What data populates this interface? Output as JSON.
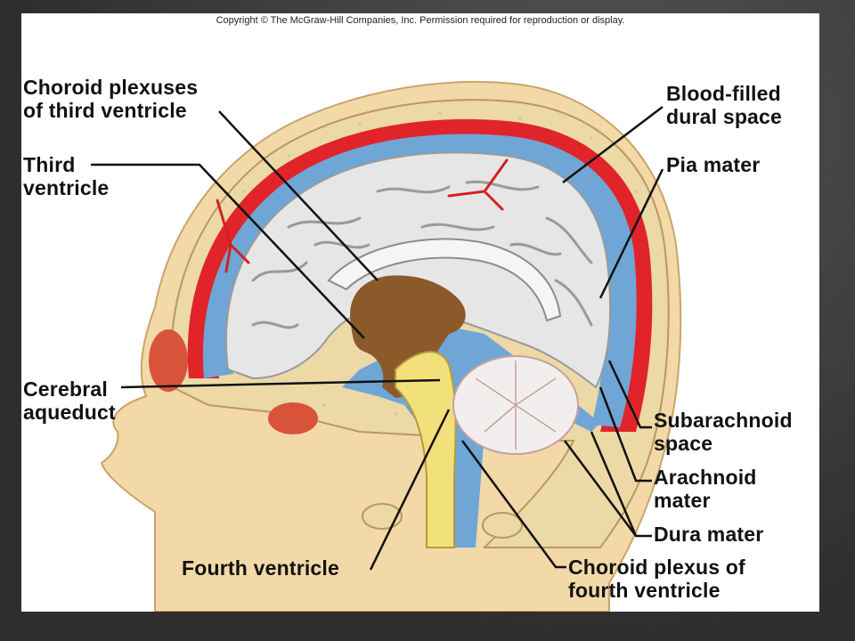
{
  "copyright": "Copyright © The McGraw-Hill Companies, Inc. Permission required for reproduction or display.",
  "labels": {
    "choroid_third": [
      "Choroid plexuses",
      "of third ventricle"
    ],
    "third_ventricle": [
      "Third",
      "ventricle"
    ],
    "cerebral_aqueduct": [
      "Cerebral",
      "aqueduct"
    ],
    "fourth_ventricle": [
      "Fourth ventricle"
    ],
    "blood_dural": [
      "Blood-filled",
      "dural space"
    ],
    "pia_mater": [
      "Pia mater"
    ],
    "subarachnoid": [
      "Subarachnoid",
      "space"
    ],
    "arachnoid": [
      "Arachnoid",
      "mater"
    ],
    "dura_mater": [
      "Dura mater"
    ],
    "choroid_fourth": [
      "Choroid plexus of",
      "fourth ventricle"
    ]
  },
  "colors": {
    "skin": "#f3d9a8",
    "bone": "#ecd9a6",
    "dura_blood": "#e0242a",
    "csf": "#6fa6d6",
    "brain": "#e6e6e6",
    "ventricle": "#8a5a2b",
    "brainstem": "#f2e07a",
    "leader": "#111111"
  }
}
